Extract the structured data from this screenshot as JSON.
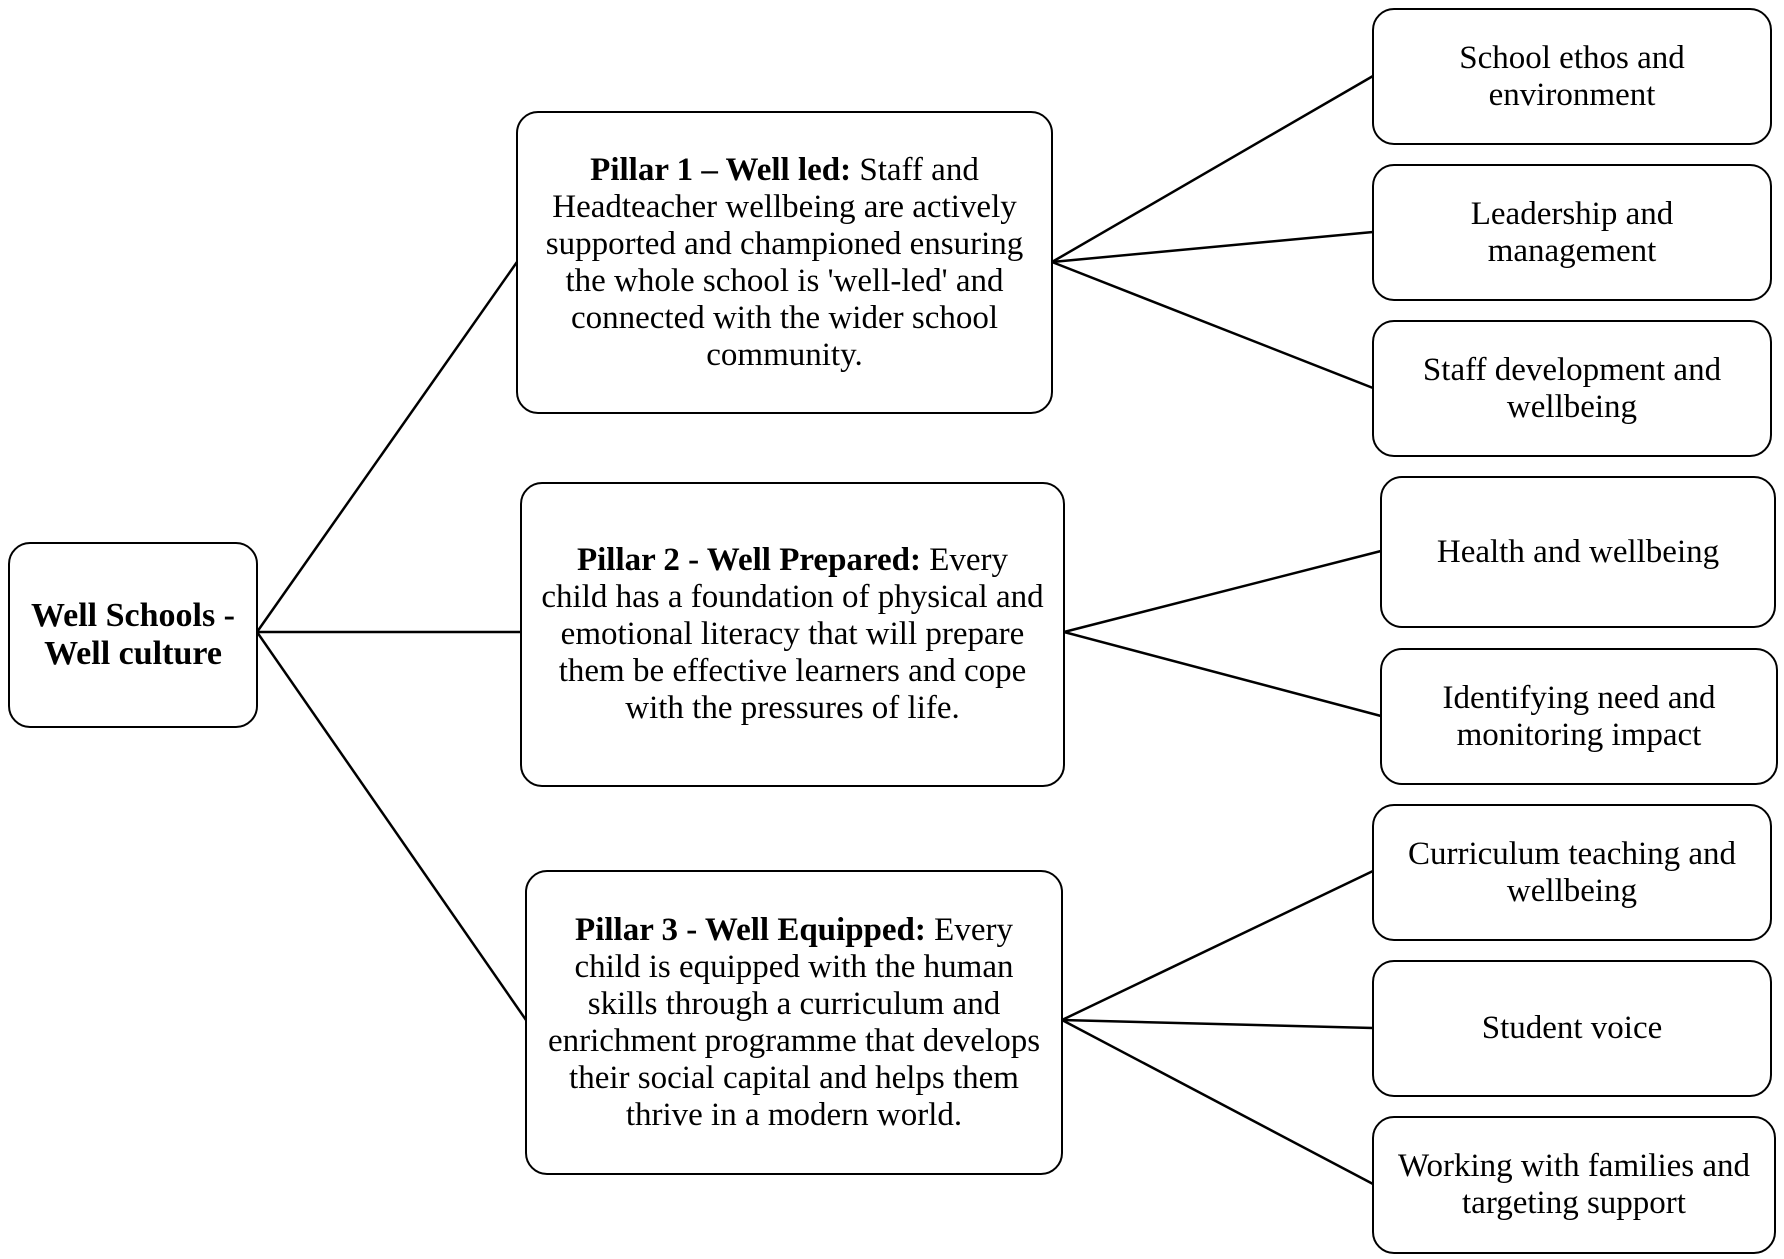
{
  "root": {
    "label": "Well Schools - Well culture"
  },
  "pillars": [
    {
      "heading": "Pillar 1 – Well led:",
      "description": "Staff and Headteacher wellbeing are actively supported and championed ensuring the whole school is 'well-led' and connected with the wider school community.",
      "children": [
        "School ethos and environment",
        "Leadership and management",
        "Staff development and wellbeing"
      ]
    },
    {
      "heading": "Pillar 2 - Well Prepared:",
      "description": "Every child has a foundation of physical and emotional literacy that will prepare them be effective learners and cope with the pressures of life.",
      "children": [
        "Health and wellbeing",
        "Identifying need and monitoring impact"
      ]
    },
    {
      "heading": "Pillar 3 - Well Equipped:",
      "description": "Every child is equipped with the human skills through a curriculum and enrichment programme that develops their social capital and helps them thrive in a modern world.",
      "children": [
        "Curriculum teaching and wellbeing",
        "Student voice",
        "Working with families and targeting support"
      ]
    }
  ]
}
